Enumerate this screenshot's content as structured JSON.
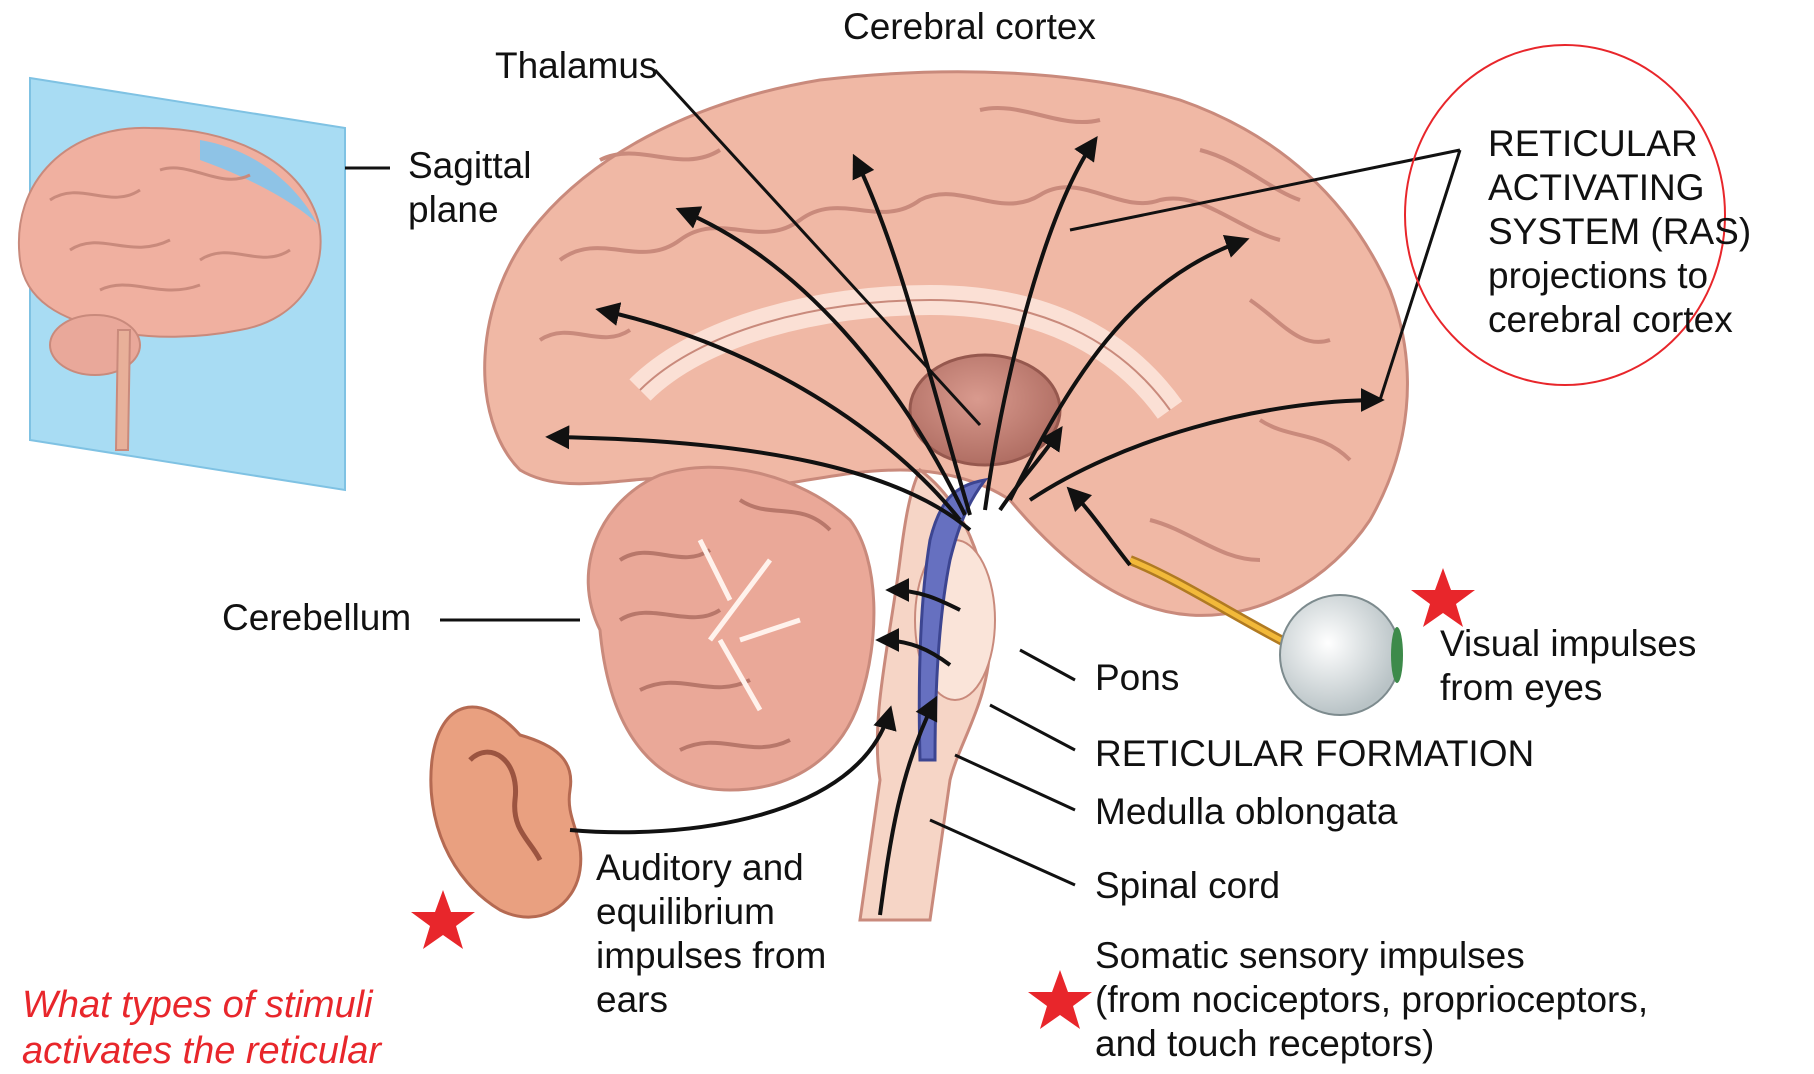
{
  "labels": {
    "cerebral_cortex": "Cerebral cortex",
    "thalamus": "Thalamus",
    "sagittal_plane": [
      "Sagittal",
      "plane"
    ],
    "ras": [
      "RETICULAR",
      "ACTIVATING",
      "SYSTEM (RAS)",
      "projections to",
      "cerebral cortex"
    ],
    "cerebellum": "Cerebellum",
    "visual": [
      "Visual impulses",
      "from eyes"
    ],
    "pons": "Pons",
    "reticular_formation": "RETICULAR FORMATION",
    "medulla": "Medulla oblongata",
    "spinal_cord": "Spinal cord",
    "auditory": [
      "Auditory and",
      "equilibrium",
      "impulses from",
      "ears"
    ],
    "somatic": [
      "Somatic sensory impulses",
      "(from nociceptors, proprioceptors,",
      "and touch receptors)"
    ]
  },
  "question": [
    "What types of stimuli",
    "activates the reticular"
  ],
  "colors": {
    "annotation_red": "#e8262b",
    "brain_tissue": "#f0b8a5",
    "thalamus": "#c98377",
    "reticular_formation": "#6670c0",
    "sagittal_plane": "#a8dcf3"
  },
  "icons": [
    "star-icon",
    "star-icon",
    "star-icon",
    "eye-icon",
    "ear-icon",
    "brain-icon"
  ]
}
